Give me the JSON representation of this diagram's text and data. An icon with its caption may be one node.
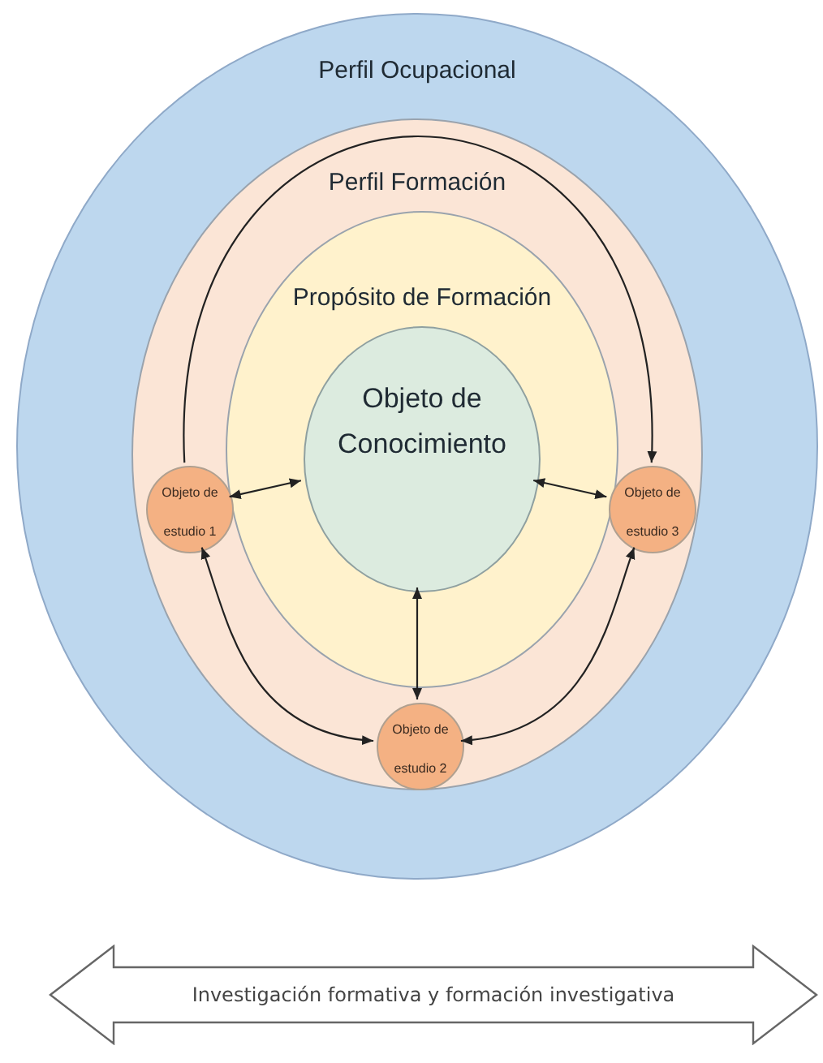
{
  "diagram": {
    "nodes": [
      {
        "text": [
          "Perfil Ocupacional"
        ]
      },
      {
        "text": [
          "Perfil Formación"
        ],
        "in": 0
      },
      {
        "text": [
          "Propósito de Formación"
        ],
        "in": 1
      },
      {
        "text": [
          "Objeto de Conocimiento"
        ],
        "in": 2
      },
      {
        "text": [
          "Objeto de estudio 1"
        ],
        "in": 1
      },
      {
        "text": [
          "Objeto de estudio 3"
        ],
        "in": 1
      },
      {
        "text": [
          "Objeto de estudio 2"
        ],
        "in": 1
      },
      {
        "text": [
          "Investigación formativa y formación investigativa"
        ]
      }
    ],
    "edges": [
      {
        "from": 3,
        "to": 4,
        "arrow": "both"
      },
      {
        "from": 3,
        "to": 5,
        "arrow": "both"
      },
      {
        "from": 3,
        "to": 6,
        "arrow": "both"
      },
      {
        "from": 4,
        "to": 6,
        "arrow": "both"
      },
      {
        "from": 6,
        "to": 5,
        "arrow": "both"
      },
      {
        "from": 4,
        "to": 5,
        "arrow": "to"
      }
    ]
  }
}
